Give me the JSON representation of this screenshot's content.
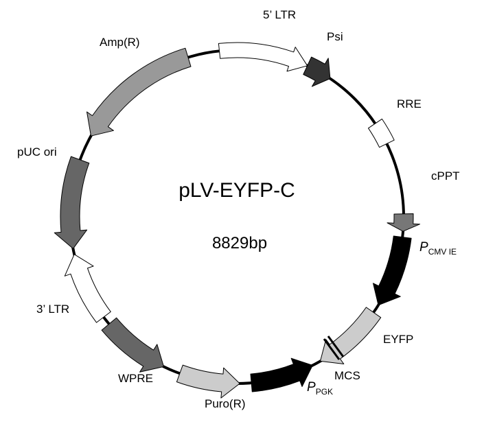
{
  "plasmid": {
    "name": "pLV-EYFP-C",
    "size": "8829bp"
  },
  "features": [
    {
      "label": "5’ LTR",
      "color": "#ffffff"
    },
    {
      "label": "Psi",
      "color": "#333333"
    },
    {
      "label": "RRE",
      "color": "#ffffff"
    },
    {
      "label": "cPPT",
      "color": "#777777"
    },
    {
      "label": "P",
      "sub": "CMV IE",
      "color": "#000000"
    },
    {
      "label": "EYFP",
      "color": "#cccccc"
    },
    {
      "label": "MCS",
      "color": "#000000"
    },
    {
      "label": "P",
      "sub": "PGK",
      "color": "#000000"
    },
    {
      "label": "Puro(R)",
      "color": "#cccccc"
    },
    {
      "label": "WPRE",
      "color": "#666666"
    },
    {
      "label": "3’ LTR",
      "color": "#ffffff"
    },
    {
      "label": "pUC ori",
      "color": "#666666"
    },
    {
      "label": "Amp(R)",
      "color": "#999999"
    }
  ]
}
